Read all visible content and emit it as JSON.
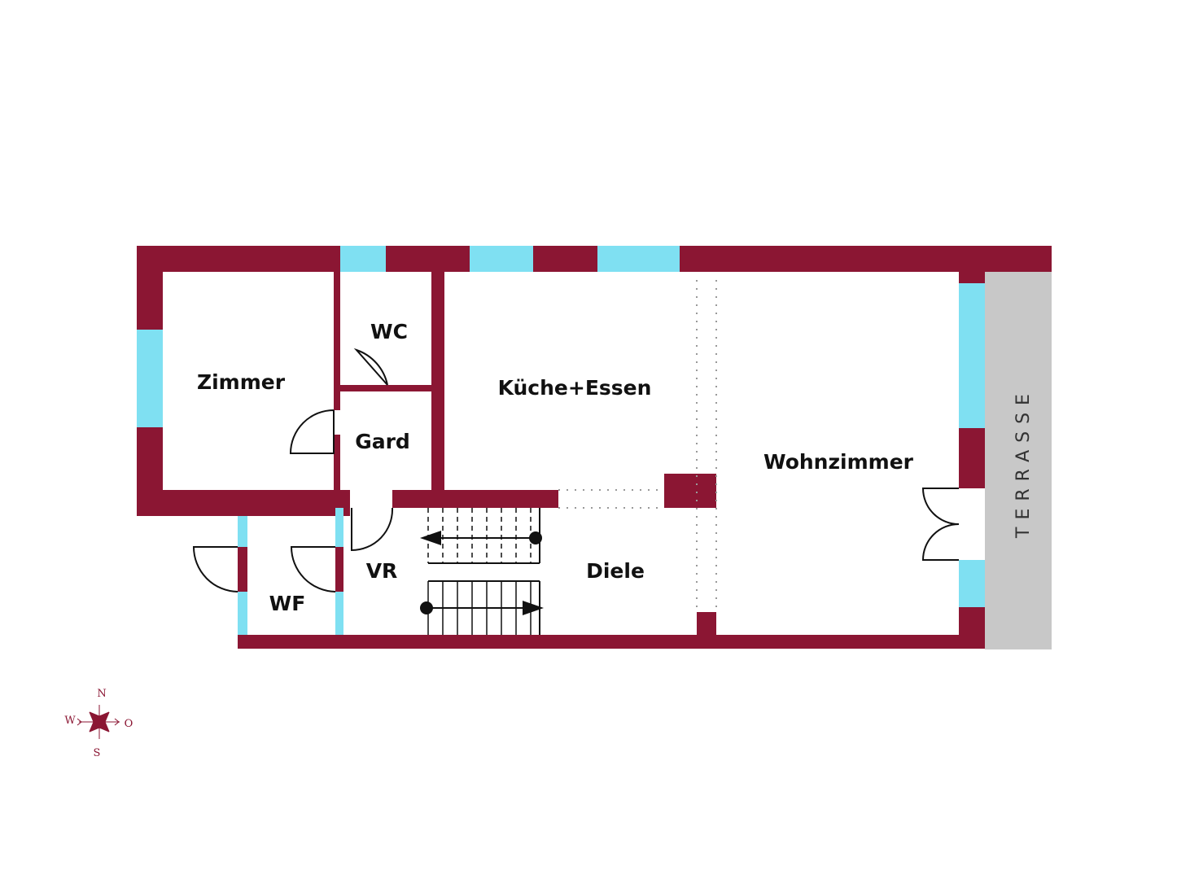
{
  "rooms": {
    "zimmer": "Zimmer",
    "wc": "WC",
    "gard": "Gard",
    "kueche": "Küche+Essen",
    "wohnzimmer": "Wohnzimmer",
    "vr": "VR",
    "diele": "Diele",
    "wf": "WF"
  },
  "terrace": "TERRASSE",
  "compass": {
    "n": "N",
    "s": "S",
    "w": "W",
    "e": "O"
  },
  "colors": {
    "wall": "#8b1633",
    "window": "#7fe0f2",
    "terrace": "#c8c8c8",
    "line": "#111111"
  }
}
